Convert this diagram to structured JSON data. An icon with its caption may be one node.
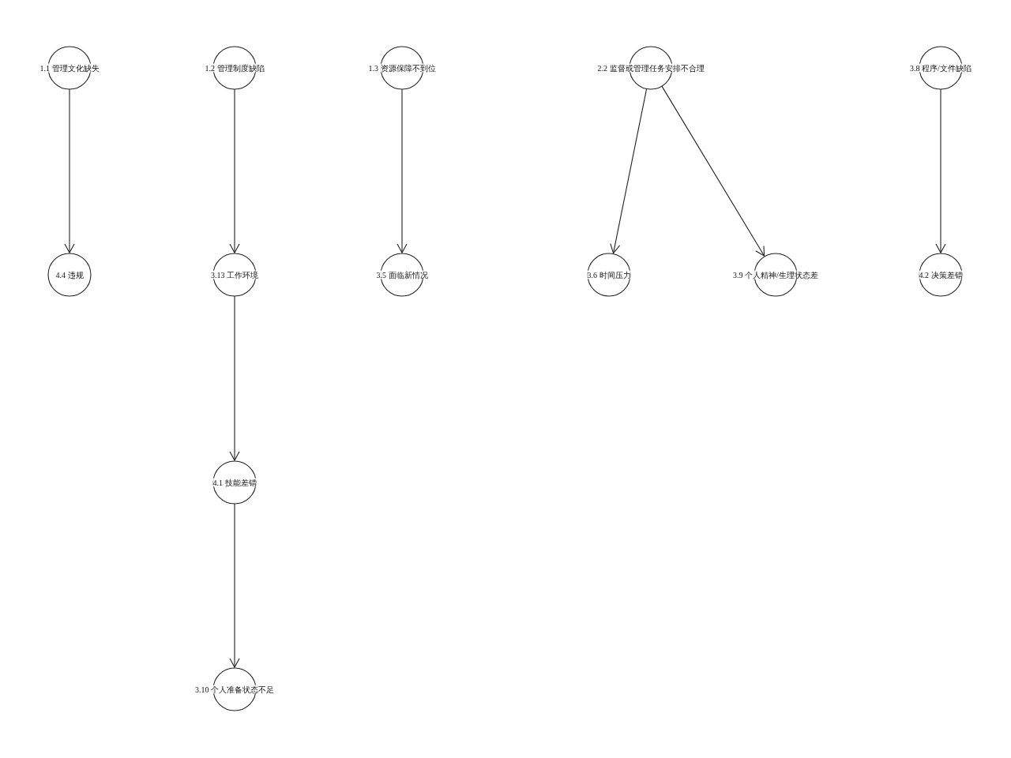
{
  "diagram": {
    "nodes": [
      {
        "text": [
          "1.1 管理文化缺失"
        ]
      },
      {
        "text": [
          "1.2 管理制度缺陷"
        ]
      },
      {
        "text": [
          "1.3 资源保障不到位"
        ]
      },
      {
        "text": [
          "2.2 监督或管理任务安排不合理"
        ]
      },
      {
        "text": [
          "3.8 程序/文件缺陷"
        ]
      },
      {
        "text": [
          "4.4 违规"
        ]
      },
      {
        "text": [
          "3.13 工作环境"
        ]
      },
      {
        "text": [
          "3.5 面临新情况"
        ]
      },
      {
        "text": [
          "3.6 时间压力"
        ]
      },
      {
        "text": [
          "3.9 个人精神/生理状态差"
        ]
      },
      {
        "text": [
          "4.2 决策差错"
        ]
      },
      {
        "text": [
          "4.1 技能差错"
        ]
      },
      {
        "text": [
          "3.10 个人准备状态不足"
        ]
      }
    ],
    "edges": [
      {
        "from": 0,
        "to": 5,
        "arrow": "to"
      },
      {
        "from": 1,
        "to": 6,
        "arrow": "to"
      },
      {
        "from": 6,
        "to": 11,
        "arrow": "to"
      },
      {
        "from": 11,
        "to": 12,
        "arrow": "to"
      },
      {
        "from": 2,
        "to": 7,
        "arrow": "to"
      },
      {
        "from": 3,
        "to": 8,
        "arrow": "to"
      },
      {
        "from": 3,
        "to": 9,
        "arrow": "to"
      },
      {
        "from": 4,
        "to": 10,
        "arrow": "to"
      }
    ]
  }
}
